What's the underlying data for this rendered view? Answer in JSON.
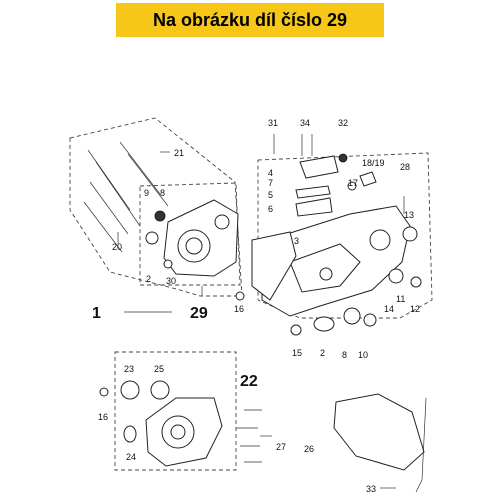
{
  "banner": {
    "title": "Na obrázku díl číslo 29",
    "color": "#f6c619"
  },
  "callouts": {
    "c1": "1",
    "c2": "2",
    "c2b": "2",
    "c3": "3",
    "c4": "4",
    "c5": "5",
    "c6": "6",
    "c7": "7",
    "c8": "8",
    "c8b": "8",
    "c9": "9",
    "c10": "10",
    "c11": "11",
    "c12": "12",
    "c13": "13",
    "c14": "14",
    "c15": "15",
    "c16": "16",
    "c16b": "16",
    "c17": "17",
    "c1819": "18/19",
    "c20": "20",
    "c21": "21",
    "c22": "22",
    "c23": "23",
    "c24": "24",
    "c25": "25",
    "c26": "26",
    "c27": "27",
    "c28": "28",
    "c29": "29",
    "c30": "30",
    "c31": "31",
    "c32": "32",
    "c33": "33",
    "c34": "34"
  }
}
